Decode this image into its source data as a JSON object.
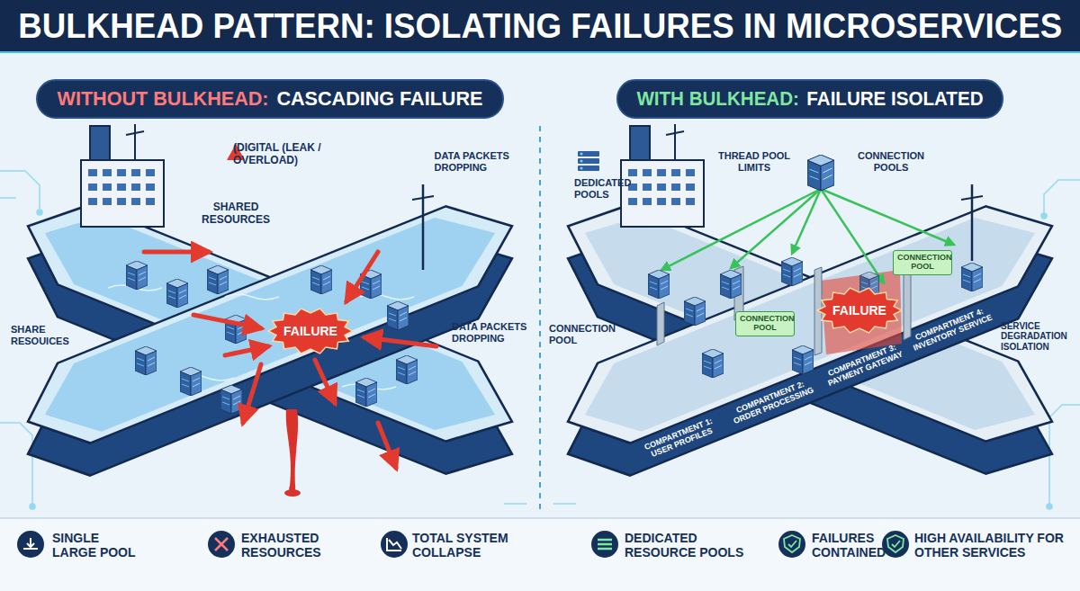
{
  "diagram": {
    "title": "BULKHEAD PATTERN: ISOLATING FAILURES IN MICROSERVICES",
    "nodes": [
      {
        "text": [
          "WITHOUT BULKHEAD:",
          "CASCADING FAILURE"
        ]
      },
      {
        "text": [
          "WITH BULKHEAD:",
          "FAILURE ISOLATED"
        ]
      },
      {
        "text": [
          "FAILURE"
        ]
      },
      {
        "text": [
          "FAILURE"
        ]
      },
      {
        "text": [
          "CONNECTION POOL"
        ]
      },
      {
        "text": [
          "CONNECTION POOL"
        ]
      }
    ],
    "labels": [
      "(DIGITAL (LEAK / OVERLOAD)",
      "DATA PACKETS DROPPING",
      "SHARED RESOURCES",
      "SHARE RESOUICES",
      "DATA PACKETS DROPPING",
      "SINGLE LARGE POOL",
      "EXHAUSTED RESOURCES",
      "TOTAL SYSTEM COLLAPSE",
      "DEDICATED POOLS",
      "THREAD POOL LIMITS",
      "CONNECTION POOLS",
      "CONNECTION POOL",
      "COMPARTMENT 1: USER PROFILES",
      "COMPARTMENT 2: ORDER PROCESSING",
      "COMPARTMENT 3: PAYMENT GATEWAY",
      "COMPARTMENT 4: INVENTORY SERVICE",
      "SERVICE DEGRADATION ISOLATION",
      "DEDICATED RESOURCE POOLS",
      "FAILURES CONTAINED",
      "HIGH AVAILABILITY FOR OTHER SERVICES"
    ]
  }
}
